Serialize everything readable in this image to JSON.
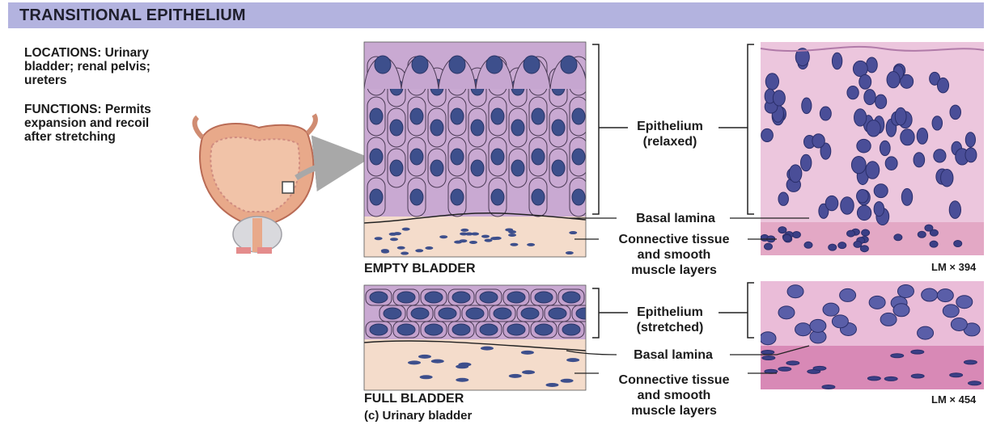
{
  "header": {
    "title": "TRANSITIONAL EPITHELIUM"
  },
  "info": {
    "locations": "LOCATIONS: Urinary\nbladder; renal pelvis;\nureters",
    "functions": "FUNCTIONS: Permits\nexpansion and recoil\nafter stretching"
  },
  "empty_panel": {
    "caption": "EMPTY BLADDER",
    "epithelium_label": "Epithelium\n(relaxed)",
    "basal_label": "Basal lamina",
    "connective_label": "Connective tissue\nand smooth\nmuscle layers",
    "magnification": "LM × 394"
  },
  "full_panel": {
    "caption": "FULL BLADDER",
    "epithelium_label": "Epithelium\n(stretched)",
    "basal_label": "Basal lamina",
    "connective_label": "Connective tissue\nand smooth\nmuscle layers",
    "magnification": "LM × 454"
  },
  "figure_caption": "(c) Urinary bladder",
  "colors": {
    "banner": "#b3b3df",
    "cell_fill": "#c9a9d2",
    "nucleus": "#3d4f8c",
    "connective": "#f4dccb",
    "micro_bg": "#e9bcd6",
    "bladder": "#e8a98a"
  }
}
